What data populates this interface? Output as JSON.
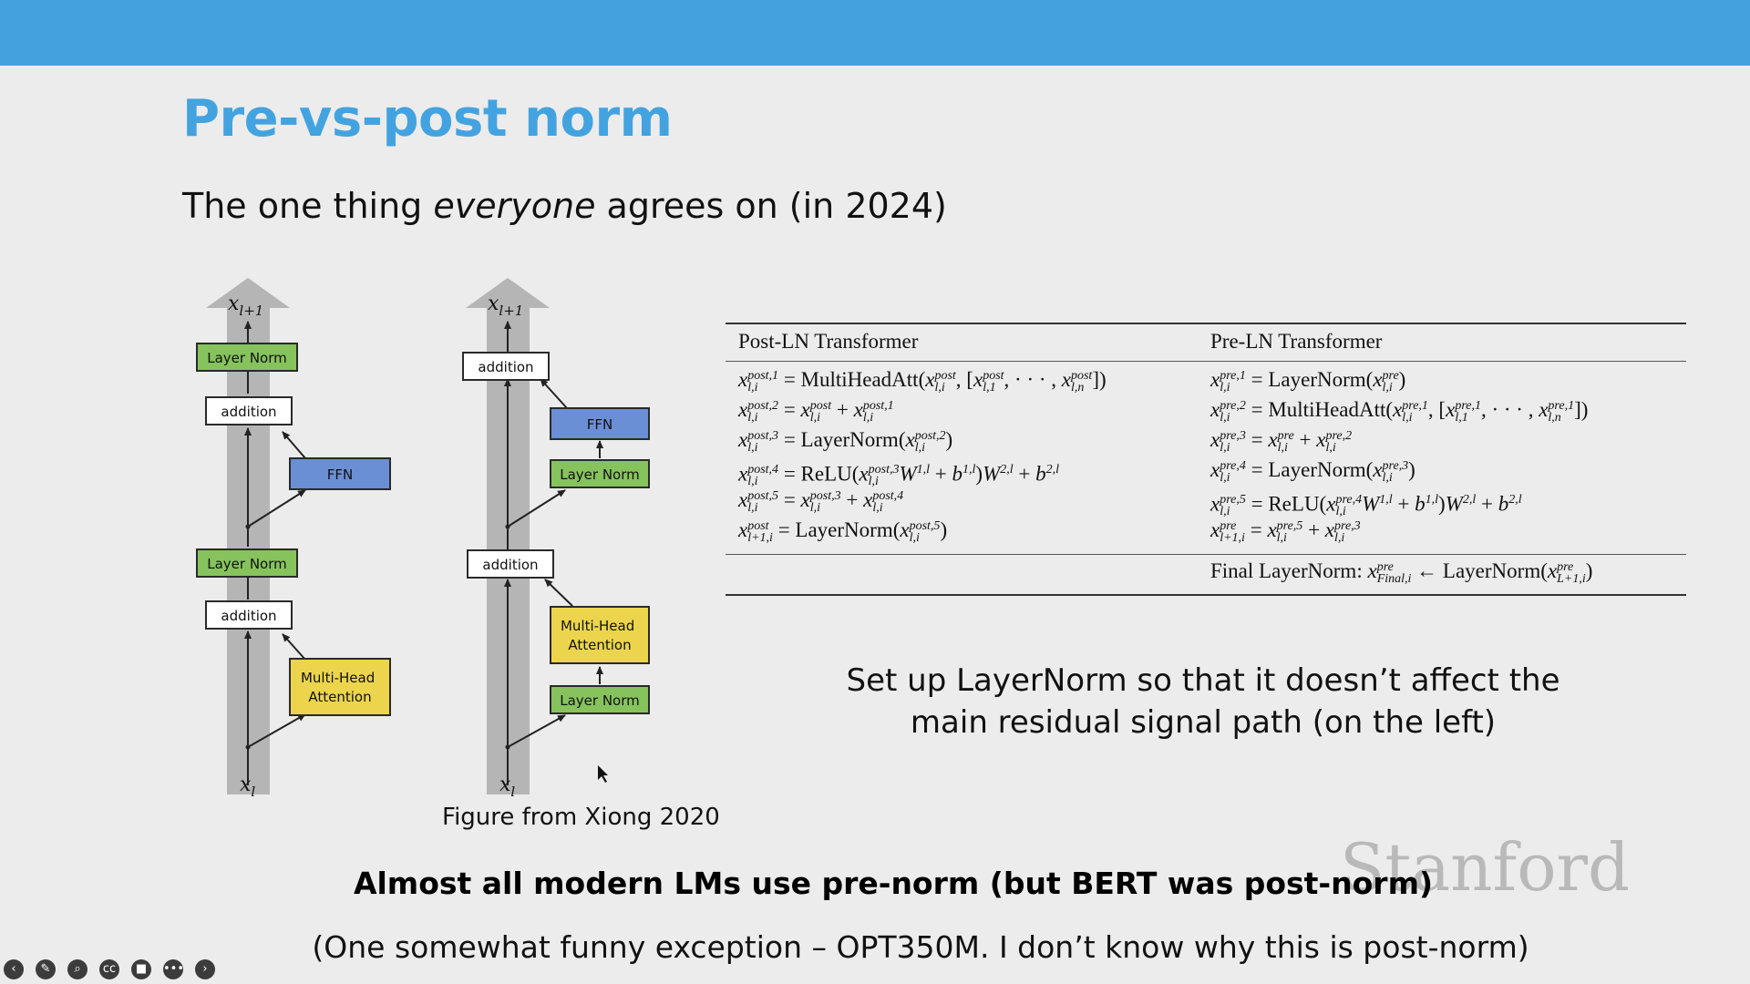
{
  "slide": {
    "title": "Pre-vs-post norm",
    "subtitle_pre": "The one thing ",
    "subtitle_em": "everyone",
    "subtitle_post": " agrees on (in 2024)",
    "caption": "Figure from Xiong 2020",
    "note_line1": "Set up LayerNorm so that it doesn’t affect the",
    "note_line2": "main residual signal path (on the left)",
    "bottom_line1": "Almost all modern LMs use pre-norm (but BERT was post-norm)",
    "bottom_line2": "(One somewhat funny exception – OPT350M. I don’t know why this is post-norm)",
    "watermark": "Stanford"
  },
  "diagram": {
    "post": {
      "top_label": "x_{l+1}",
      "bottom_label": "x_l",
      "blocks": {
        "layer_norm_top": "Layer Norm",
        "addition_top": "addition",
        "ffn": "FFN",
        "layer_norm_mid": "Layer Norm",
        "addition_mid": "addition",
        "mha": "Multi-Head\nAttention"
      }
    },
    "pre": {
      "top_label": "x_{l+1}",
      "bottom_label": "x_l",
      "blocks": {
        "addition_top": "addition",
        "ffn": "FFN",
        "layer_norm_ffn": "Layer Norm",
        "addition_mid": "addition",
        "mha": "Multi-Head\nAttention",
        "layer_norm_mha": "Layer Norm"
      }
    },
    "colors": {
      "layer_norm": "#86c35c",
      "ffn": "#6b8fd4",
      "mha": "#ecd54c",
      "addition": "#ffffff",
      "residual": "#b5b5b5"
    }
  },
  "table": {
    "post_header": "Post-LN Transformer",
    "pre_header": "Pre-LN Transformer",
    "post_rows": [
      "x<sub>l,i</sub><sup>post,1</sup> = MultiHeadAtt(x<sub>l,i</sub><sup>post</sup>, [x<sub>l,1</sub><sup>post</sup>, · · · , x<sub>l,n</sub><sup>post</sup>])",
      "x<sub>l,i</sub><sup>post,2</sup> = x<sub>l,i</sub><sup>post</sup> + x<sub>l,i</sub><sup>post,1</sup>",
      "x<sub>l,i</sub><sup>post,3</sup> = LayerNorm(x<sub>l,i</sub><sup>post,2</sup>)",
      "x<sub>l,i</sub><sup>post,4</sup> = ReLU(x<sub>l,i</sub><sup>post,3</sup>W<sup>1,l</sup> + b<sup>1,l</sup>)W<sup>2,l</sup> + b<sup>2,l</sup>",
      "x<sub>l,i</sub><sup>post,5</sup> = x<sub>l,i</sub><sup>post,3</sup> + x<sub>l,i</sub><sup>post,4</sup>",
      "x<sub>l+1,i</sub><sup>post</sup> = LayerNorm(x<sub>l,i</sub><sup>post,5</sup>)"
    ],
    "pre_rows": [
      "x<sub>l,i</sub><sup>pre,1</sup> = LayerNorm(x<sub>l,i</sub><sup>pre</sup>)",
      "x<sub>l,i</sub><sup>pre,2</sup> = MultiHeadAtt(x<sub>l,i</sub><sup>pre,1</sup>, [x<sub>l,1</sub><sup>pre,1</sup>, · · · , x<sub>l,n</sub><sup>pre,1</sup>])",
      "x<sub>l,i</sub><sup>pre,3</sup> = x<sub>l,i</sub><sup>pre</sup> + x<sub>l,i</sub><sup>pre,2</sup>",
      "x<sub>l,i</sub><sup>pre,4</sup> = LayerNorm(x<sub>l,i</sub><sup>pre,3</sup>)",
      "x<sub>l,i</sub><sup>pre,5</sup> = ReLU(x<sub>l,i</sub><sup>pre,4</sup>W<sup>1,l</sup> + b<sup>1,l</sup>)W<sup>2,l</sup> + b<sup>2,l</sup>",
      "x<sub>l+1,i</sub><sup>pre</sup> = x<sub>l,i</sub><sup>pre,5</sup> + x<sub>l,i</sub><sup>pre,3</sup>"
    ],
    "final_row": "Final LayerNorm: x<sub>Final,i</sub><sup>pre</sup> ← LayerNorm(x<sub>L+1,i</sub><sup>pre</sup>)"
  },
  "player_controls": [
    {
      "name": "previous-icon",
      "glyph": "‹"
    },
    {
      "name": "pen-icon",
      "glyph": "✎"
    },
    {
      "name": "zoom-icon",
      "glyph": "⌕"
    },
    {
      "name": "captions-icon",
      "glyph": "cc"
    },
    {
      "name": "video-icon",
      "glyph": "■"
    },
    {
      "name": "more-icon",
      "glyph": "•••"
    },
    {
      "name": "next-icon",
      "glyph": "›"
    }
  ]
}
